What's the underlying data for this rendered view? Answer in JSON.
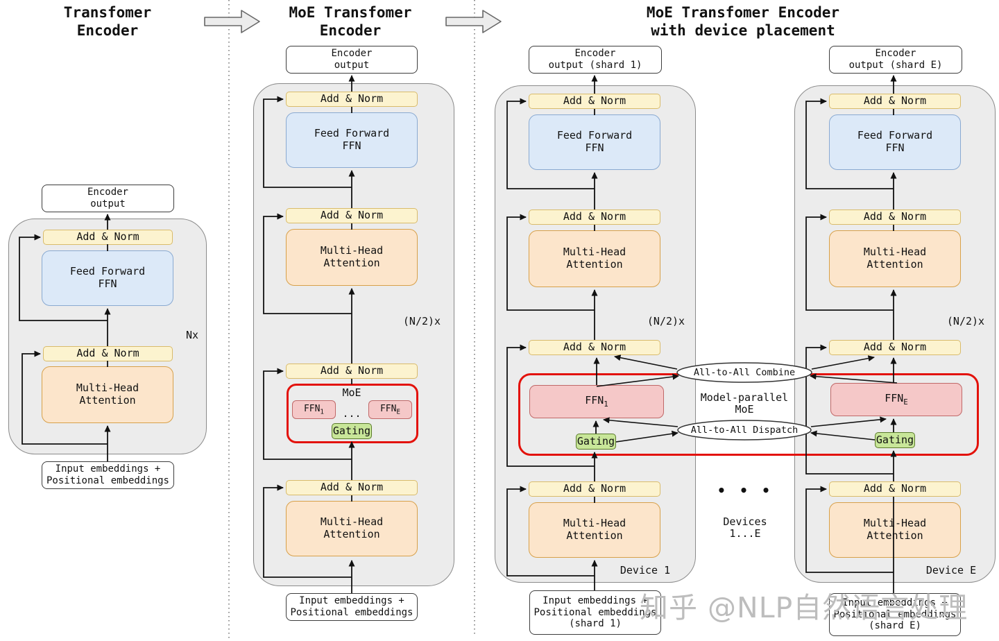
{
  "titles": {
    "left1": "Transfomer",
    "left2": "Encoder",
    "mid1": "MoE Transfomer",
    "mid2": "Encoder",
    "right1": "MoE Transfomer Encoder",
    "right2": "with device placement"
  },
  "boxes": {
    "encoder_output_1": "Encoder",
    "encoder_output_2": "output",
    "encoder_output_shard1_2": "output (shard 1)",
    "encoder_output_shardE_2": "output (shard E)",
    "add_norm": "Add & Norm",
    "feed_forward_1": "Feed Forward",
    "feed_forward_2": "FFN",
    "mha_1": "Multi-Head",
    "mha_2": "Attention",
    "input_1": "Input embeddings +",
    "input_2": "Positional embeddings",
    "input_shard1_3": "(shard 1)",
    "input_shardE_3": "(shard E)",
    "moe": "MoE",
    "ffn_base": "FFN",
    "ffn_sub_1": "1",
    "ffn_sub_E": "E",
    "dots": "...",
    "gating": "Gating"
  },
  "annotations": {
    "nx": "Nx",
    "n2x": "(N/2)x",
    "device1": "Device 1",
    "deviceE": "Device E",
    "devices_1": "Devices",
    "devices_2": "1...E",
    "combine": "All-to-All Combine",
    "dispatch": "All-to-All Dispatch",
    "model_parallel_1": "Model-parallel",
    "model_parallel_2": "MoE",
    "center_dots": "• • •"
  },
  "watermark": "知乎 @NLP自然语言处理",
  "colors": {
    "container_fill": "#ececec",
    "add_norm_fill": "#fcf3cf",
    "add_norm_border": "#d9bb6a",
    "feed_forward_fill": "#dce9f8",
    "feed_forward_border": "#89a9d1",
    "attention_fill": "#fce5cb",
    "attention_border": "#d7a049",
    "expert_fill": "#f5c8c8",
    "expert_border": "#c06868",
    "gating_fill": "#c8e699",
    "gating_border": "#5a7a2a",
    "moe_outline": "#e3120b",
    "watermark_gray": "#bdbdbd"
  }
}
